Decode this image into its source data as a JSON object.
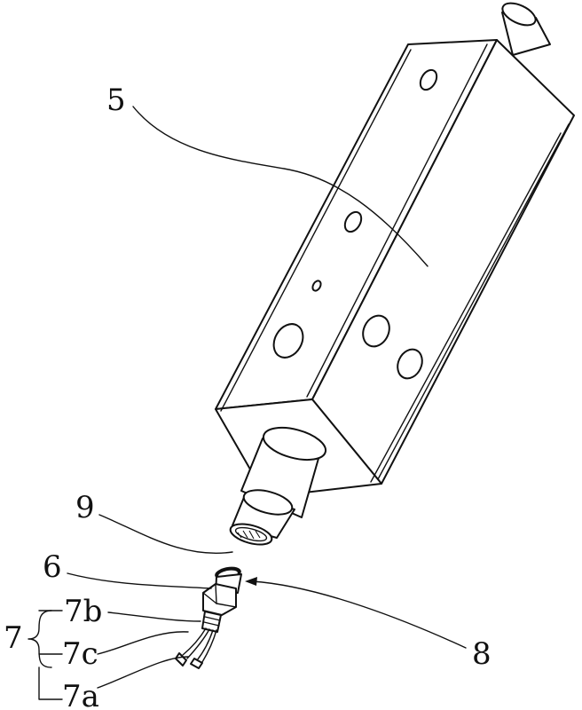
{
  "labels": {
    "part_5": "5",
    "part_9": "9",
    "part_6": "6",
    "part_7": "7",
    "part_7b": "7b",
    "part_7c": "7c",
    "part_7a": "7a",
    "part_8": "8"
  }
}
